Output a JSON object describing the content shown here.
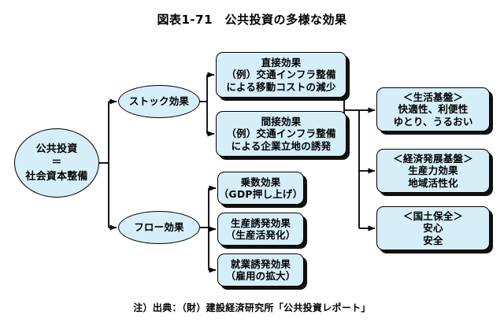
{
  "figure": {
    "title": "図表1-71　公共投資の多様な効果",
    "note": "注）出典：（財）建設経済研究所「公共投資レポート」",
    "colors": {
      "node_fill": "#d6eef8",
      "node_border": "#000000",
      "shadow": "#111111",
      "background": "#ffffff",
      "text": "#000000"
    }
  },
  "nodes": {
    "public_investment": {
      "shape": "ellipse",
      "lines": [
        "公共投資",
        "＝",
        "社会資本整備"
      ]
    },
    "stock_effect": {
      "shape": "ellipse",
      "lines": [
        "ストック効果"
      ]
    },
    "flow_effect": {
      "shape": "ellipse",
      "lines": [
        "フロー効果"
      ]
    },
    "direct_effect": {
      "shape": "rounded-box",
      "lines": [
        "直接効果",
        "（例）交通インフラ整備",
        "による移動コストの減少"
      ]
    },
    "indirect_effect": {
      "shape": "rounded-box",
      "lines": [
        "間接効果",
        "（例）交通インフラ整備",
        "による企業立地の誘発"
      ]
    },
    "multiplier_effect": {
      "shape": "rounded-box",
      "lines": [
        "乗数効果",
        "（GDP押し上げ）"
      ]
    },
    "production_inducement_effect": {
      "shape": "rounded-box",
      "lines": [
        "生産誘発効果",
        "（生産活発化）"
      ]
    },
    "employment_inducement_effect": {
      "shape": "rounded-box",
      "lines": [
        "就業誘発効果",
        "（雇用の拡大）"
      ]
    },
    "living_base": {
      "shape": "rounded-box",
      "lines": [
        "＜生活基盤＞",
        "快適性、利便性",
        "ゆとり、うるおい"
      ]
    },
    "economic_development_base": {
      "shape": "rounded-box",
      "lines": [
        "＜経済発展基盤＞",
        "生産力効果",
        "地域活性化"
      ]
    },
    "land_conservation": {
      "shape": "rounded-box",
      "lines": [
        "＜国土保全＞",
        "安心",
        "安全"
      ]
    }
  },
  "edges": [
    {
      "from": "public_investment",
      "to": "stock_effect",
      "arrow": true
    },
    {
      "from": "public_investment",
      "to": "flow_effect",
      "arrow": true
    },
    {
      "from": "stock_effect",
      "to": "direct_effect",
      "arrow": true
    },
    {
      "from": "stock_effect",
      "to": "indirect_effect",
      "arrow": true
    },
    {
      "from": "flow_effect",
      "to": "multiplier_effect",
      "arrow": true
    },
    {
      "from": "flow_effect",
      "to": "production_inducement_effect",
      "arrow": true
    },
    {
      "from": "flow_effect",
      "to": "employment_inducement_effect",
      "arrow": true
    },
    {
      "from": "direct_effect",
      "to": "living_base",
      "arrow": true
    },
    {
      "from": "indirect_effect",
      "to": "economic_development_base",
      "arrow": true
    },
    {
      "from": "indirect_effect",
      "to": "land_conservation",
      "arrow": true
    }
  ]
}
